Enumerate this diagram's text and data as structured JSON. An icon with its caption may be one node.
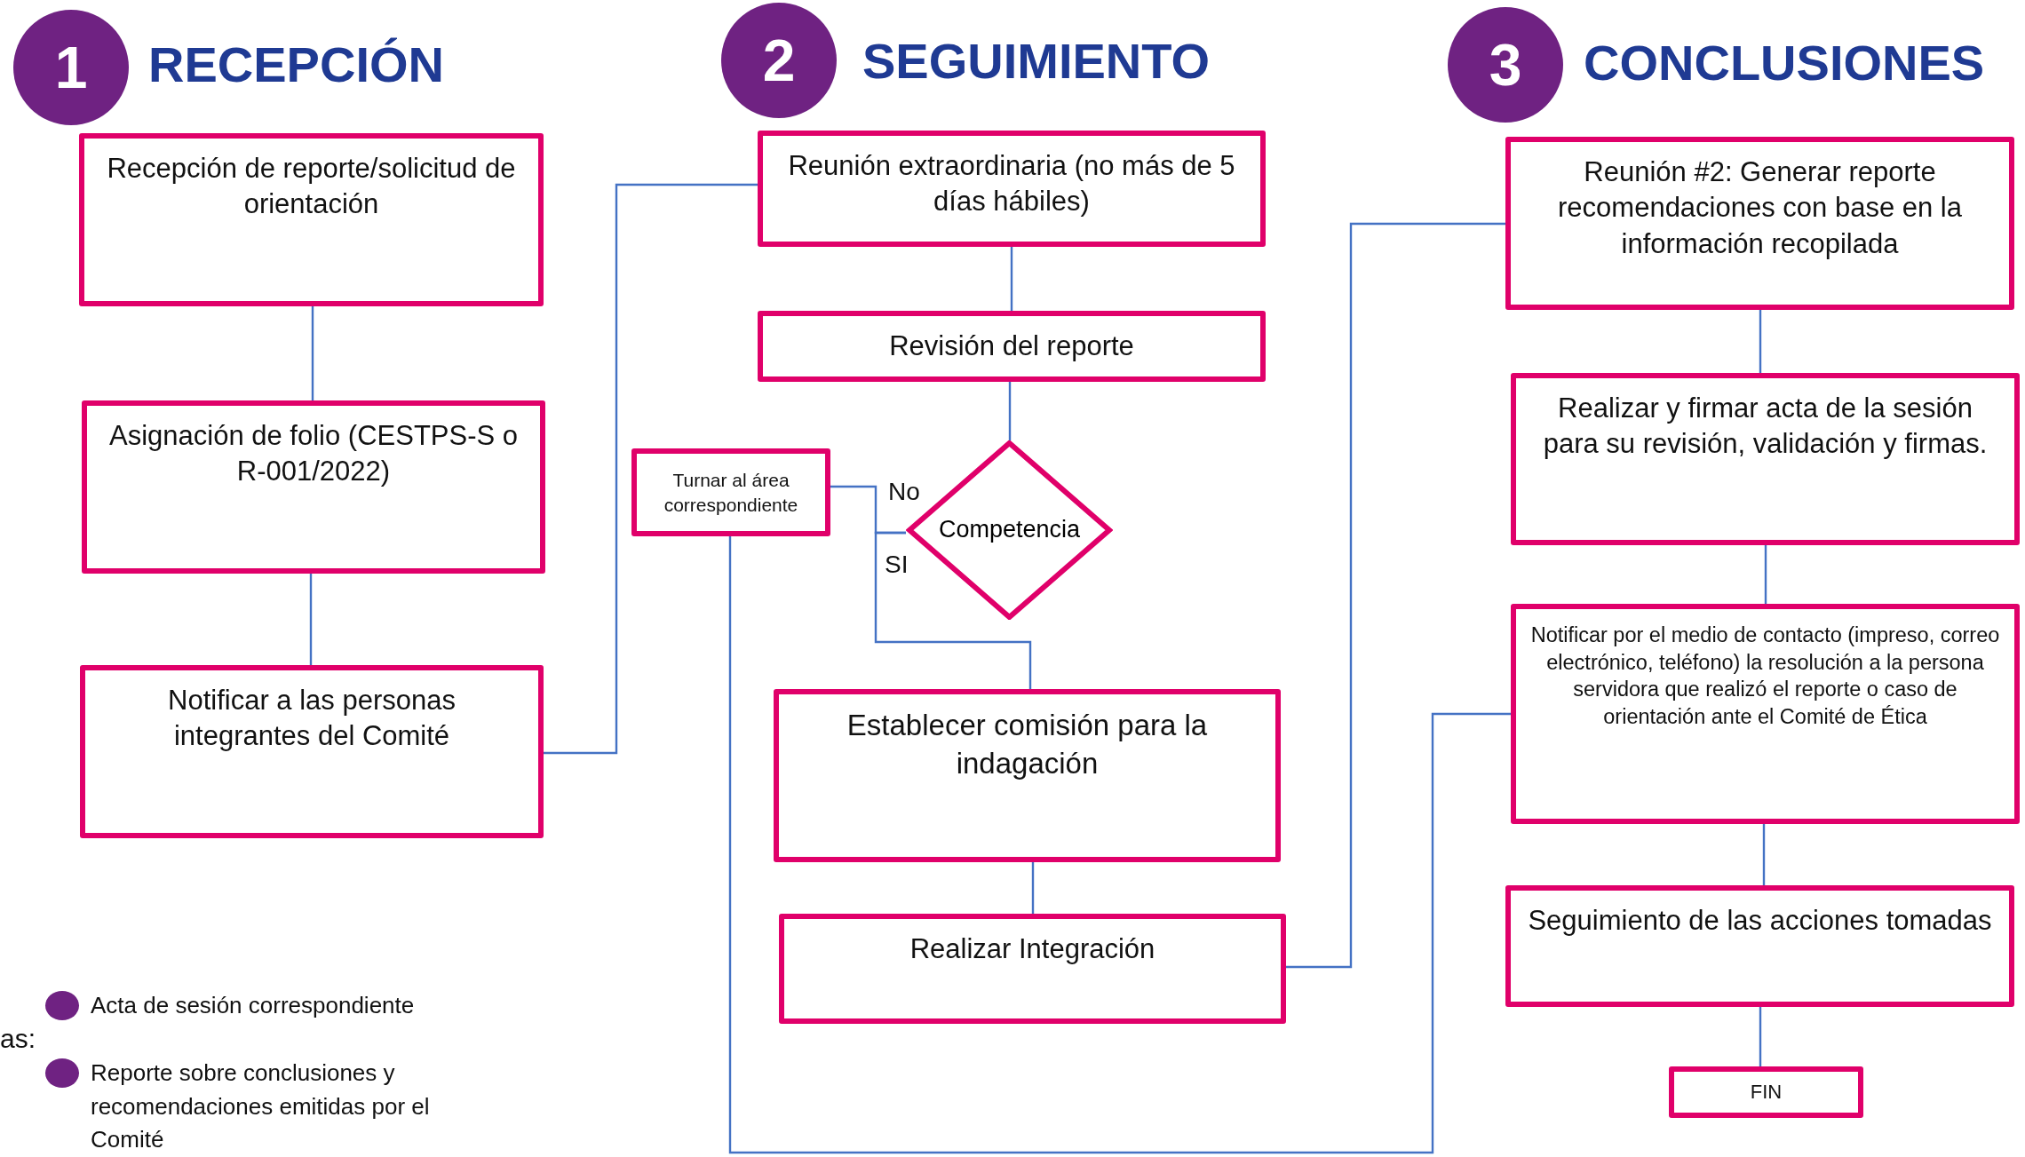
{
  "diagram": {
    "nodes": [
      {
        "text": [
          "1"
        ],
        "beside": [
          "RECEPCIÓN"
        ]
      },
      {
        "text": [
          "Recepción de reporte/solicitud de orientación"
        ]
      },
      {
        "text": [
          "Asignación de folio (CESTPS-S o R-001/2022)"
        ]
      },
      {
        "text": [
          "Notificar a las personas integrantes del Comité"
        ]
      },
      {
        "text": [
          "2"
        ],
        "beside": [
          "SEGUIMIENTO"
        ]
      },
      {
        "text": [
          "Reunión extraordinaria (no más de 5 días hábiles)"
        ]
      },
      {
        "text": [
          "Revisión del reporte"
        ]
      },
      {
        "text": [
          "Competencia"
        ]
      },
      {
        "text": [
          "Turnar al área correspondiente"
        ]
      },
      {
        "text": [
          "Establecer comisión para la indagación"
        ]
      },
      {
        "text": [
          "Realizar Integración"
        ]
      },
      {
        "text": [
          "3"
        ],
        "beside": [
          "CONCLUSIONES"
        ]
      },
      {
        "text": [
          "Reunión #2: Generar reporte recomendaciones con base en la información recopilada"
        ]
      },
      {
        "text": [
          "Realizar y firmar acta de la sesión para su revisión, validación y firmas."
        ]
      },
      {
        "text": [
          "Notificar por el medio de contacto (impreso, correo electrónico, teléfono) la resolución a la persona servidora que realizó el reporte o caso de orientación ante el Comité de Ética"
        ]
      },
      {
        "text": [
          "Seguimiento de las acciones tomadas"
        ]
      },
      {
        "text": [
          "FIN"
        ]
      }
    ],
    "edges": [
      {
        "from": 1,
        "to": 2,
        "arrow": "none"
      },
      {
        "from": 2,
        "to": 3,
        "arrow": "none"
      },
      {
        "from": 3,
        "to": 5,
        "arrow": "none"
      },
      {
        "from": 5,
        "to": 6,
        "arrow": "none"
      },
      {
        "from": 6,
        "to": 7,
        "arrow": "none"
      },
      {
        "from": 7,
        "to": 8,
        "arrow": "none",
        "label": "No"
      },
      {
        "from": 7,
        "to": 9,
        "arrow": "none",
        "label": "SI"
      },
      {
        "from": 9,
        "to": 10,
        "arrow": "none"
      },
      {
        "from": 10,
        "to": 12,
        "arrow": "none"
      },
      {
        "from": 8,
        "to": 14,
        "arrow": "none"
      },
      {
        "from": 12,
        "to": 13,
        "arrow": "none"
      },
      {
        "from": 13,
        "to": 14,
        "arrow": "none"
      },
      {
        "from": 14,
        "to": 15,
        "arrow": "none"
      },
      {
        "from": 15,
        "to": 16,
        "arrow": "none"
      }
    ],
    "labels": [
      "as:"
    ],
    "legend": [
      {
        "text": "Acta de sesión correspondiente",
        "color": "#6f2282"
      },
      {
        "text": "Reporte sobre conclusiones y recomendaciones emitidas por el Comité",
        "color": "#6f2282"
      }
    ]
  }
}
